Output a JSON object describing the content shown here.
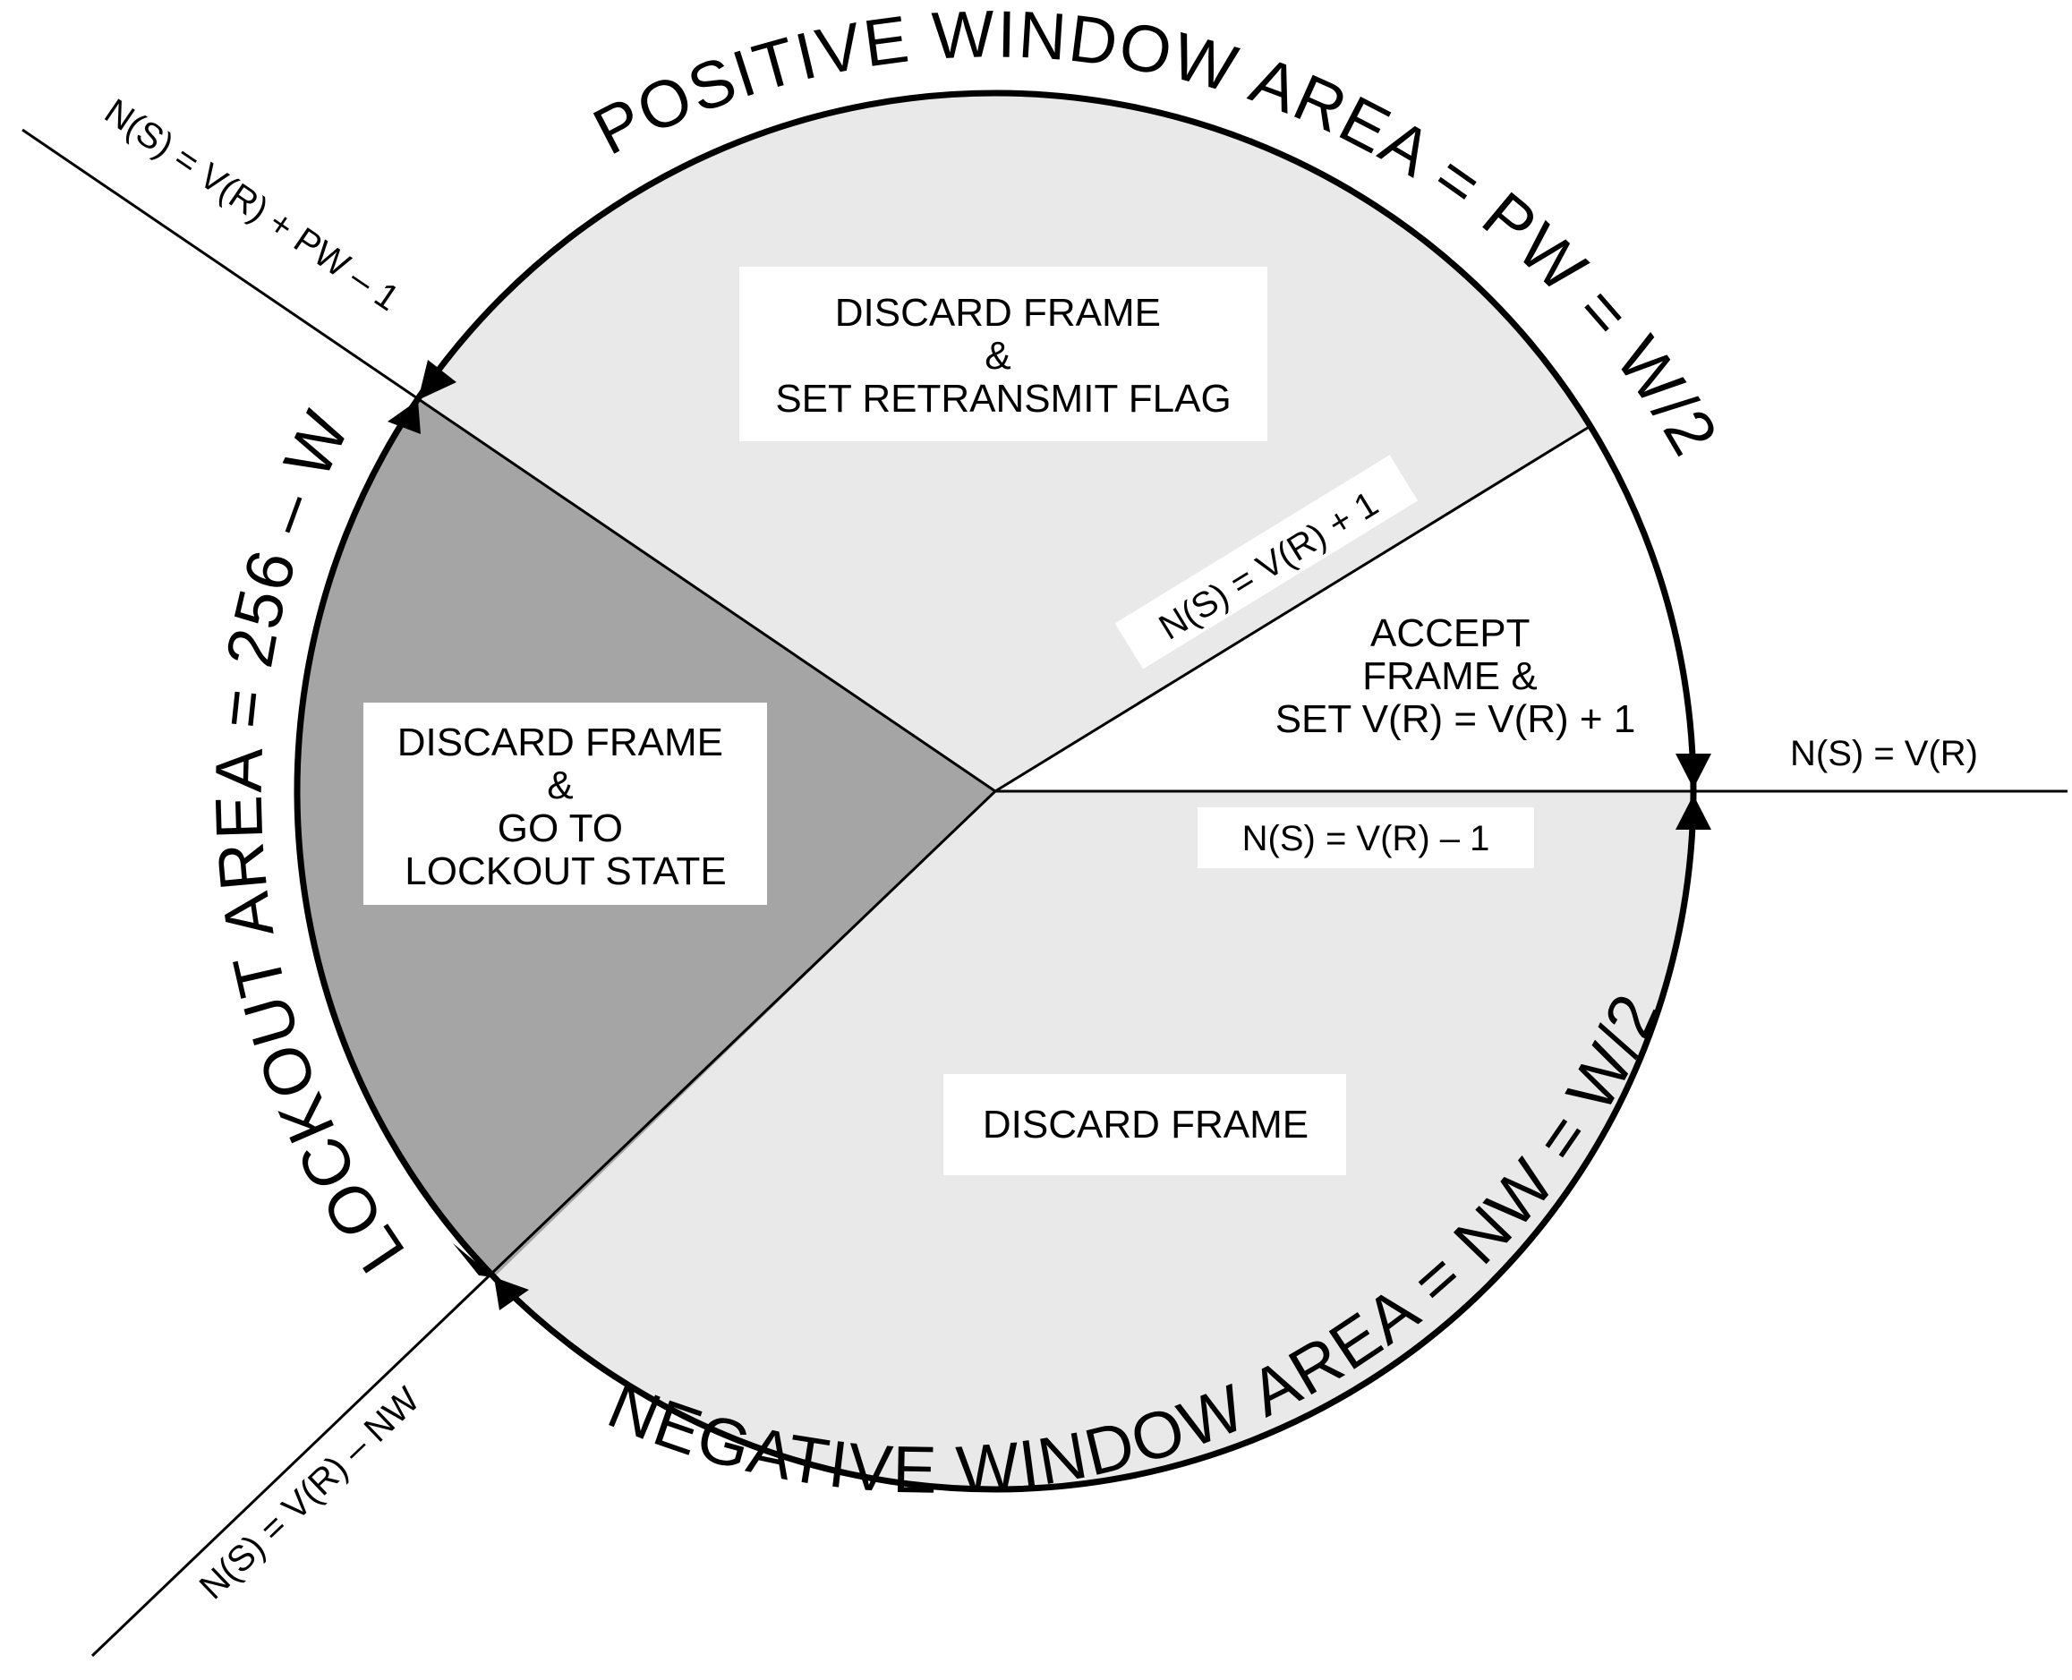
{
  "colors": {
    "window_fill": "#e9e9e9",
    "lockout_fill": "#a5a5a5",
    "accept_fill": "#ffffff",
    "stroke": "#000000"
  },
  "regions": {
    "positive": {
      "lines": [
        "DISCARD FRAME",
        "&",
        "SET RETRANSMIT FLAG"
      ]
    },
    "accept": {
      "lines": [
        "ACCEPT",
        "FRAME &",
        "SET V(R) = V(R) + 1"
      ]
    },
    "lockout": {
      "lines": [
        "DISCARD FRAME",
        "&",
        "GO TO",
        "LOCKOUT STATE"
      ]
    },
    "negative": {
      "lines": [
        "DISCARD FRAME"
      ]
    }
  },
  "arc_labels": {
    "positive": "POSITIVE  WINDOW  AREA  =  PW  =  W/2",
    "negative": "NEGATIVE  WINDOW  AREA  =  NW  =  W/2",
    "lockout": "LOCKOUT  AREA  =  256  –  W"
  },
  "line_labels": {
    "vr": "N(S) = V(R)",
    "vr_minus_1": "N(S) = V(R) – 1",
    "vr_plus_1": "N(S) = V(R) + 1",
    "upper": "N(S) = V(R) + PW – 1",
    "lower": "N(S) = V(R) – NW"
  }
}
